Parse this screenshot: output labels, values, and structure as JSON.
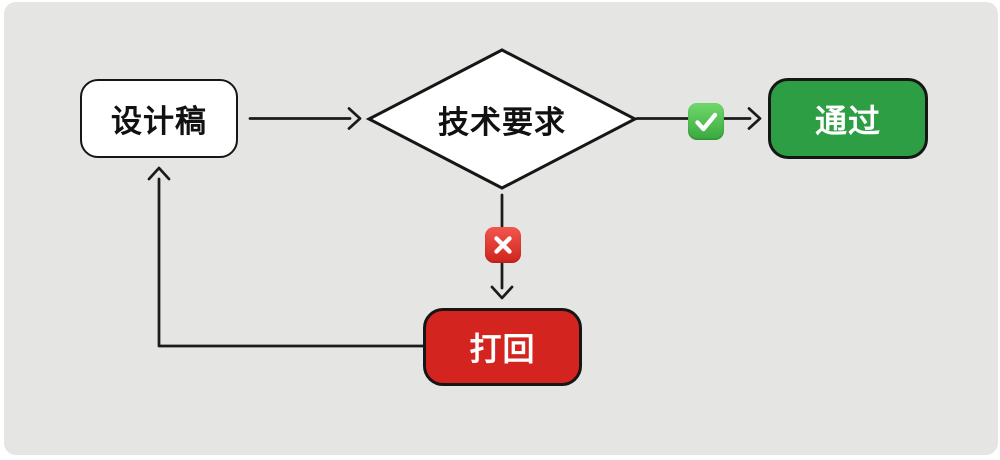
{
  "canvas": {
    "background": "#e5e5e3",
    "page_background": "#ffffff",
    "line_color": "#1b1b1b"
  },
  "nodes": {
    "design": {
      "label": "设计稿",
      "fill": "#ffffff",
      "text_color": "#111111",
      "shape": "rounded-rect"
    },
    "decision": {
      "label": "技术要求",
      "fill": "#ffffff",
      "text_color": "#111111",
      "shape": "diamond"
    },
    "pass": {
      "label": "通过",
      "fill": "#2e9e45",
      "text_color": "#ffffff",
      "shape": "rounded-rect"
    },
    "reject": {
      "label": "打回",
      "fill": "#d42420",
      "text_color": "#ffffff",
      "shape": "rounded-rect"
    }
  },
  "icons": {
    "pass_badge": {
      "name": "check-icon",
      "color_top": "#6fd86b",
      "color_bottom": "#3aa83f"
    },
    "reject_badge": {
      "name": "cross-icon",
      "color_top": "#f2564d",
      "color_bottom": "#cf241c"
    }
  },
  "edges": [
    {
      "from": "design",
      "to": "decision",
      "badge": null
    },
    {
      "from": "decision",
      "to": "pass",
      "badge": "check-icon"
    },
    {
      "from": "decision",
      "to": "reject",
      "badge": "cross-icon"
    },
    {
      "from": "reject",
      "to": "design",
      "badge": null
    }
  ]
}
